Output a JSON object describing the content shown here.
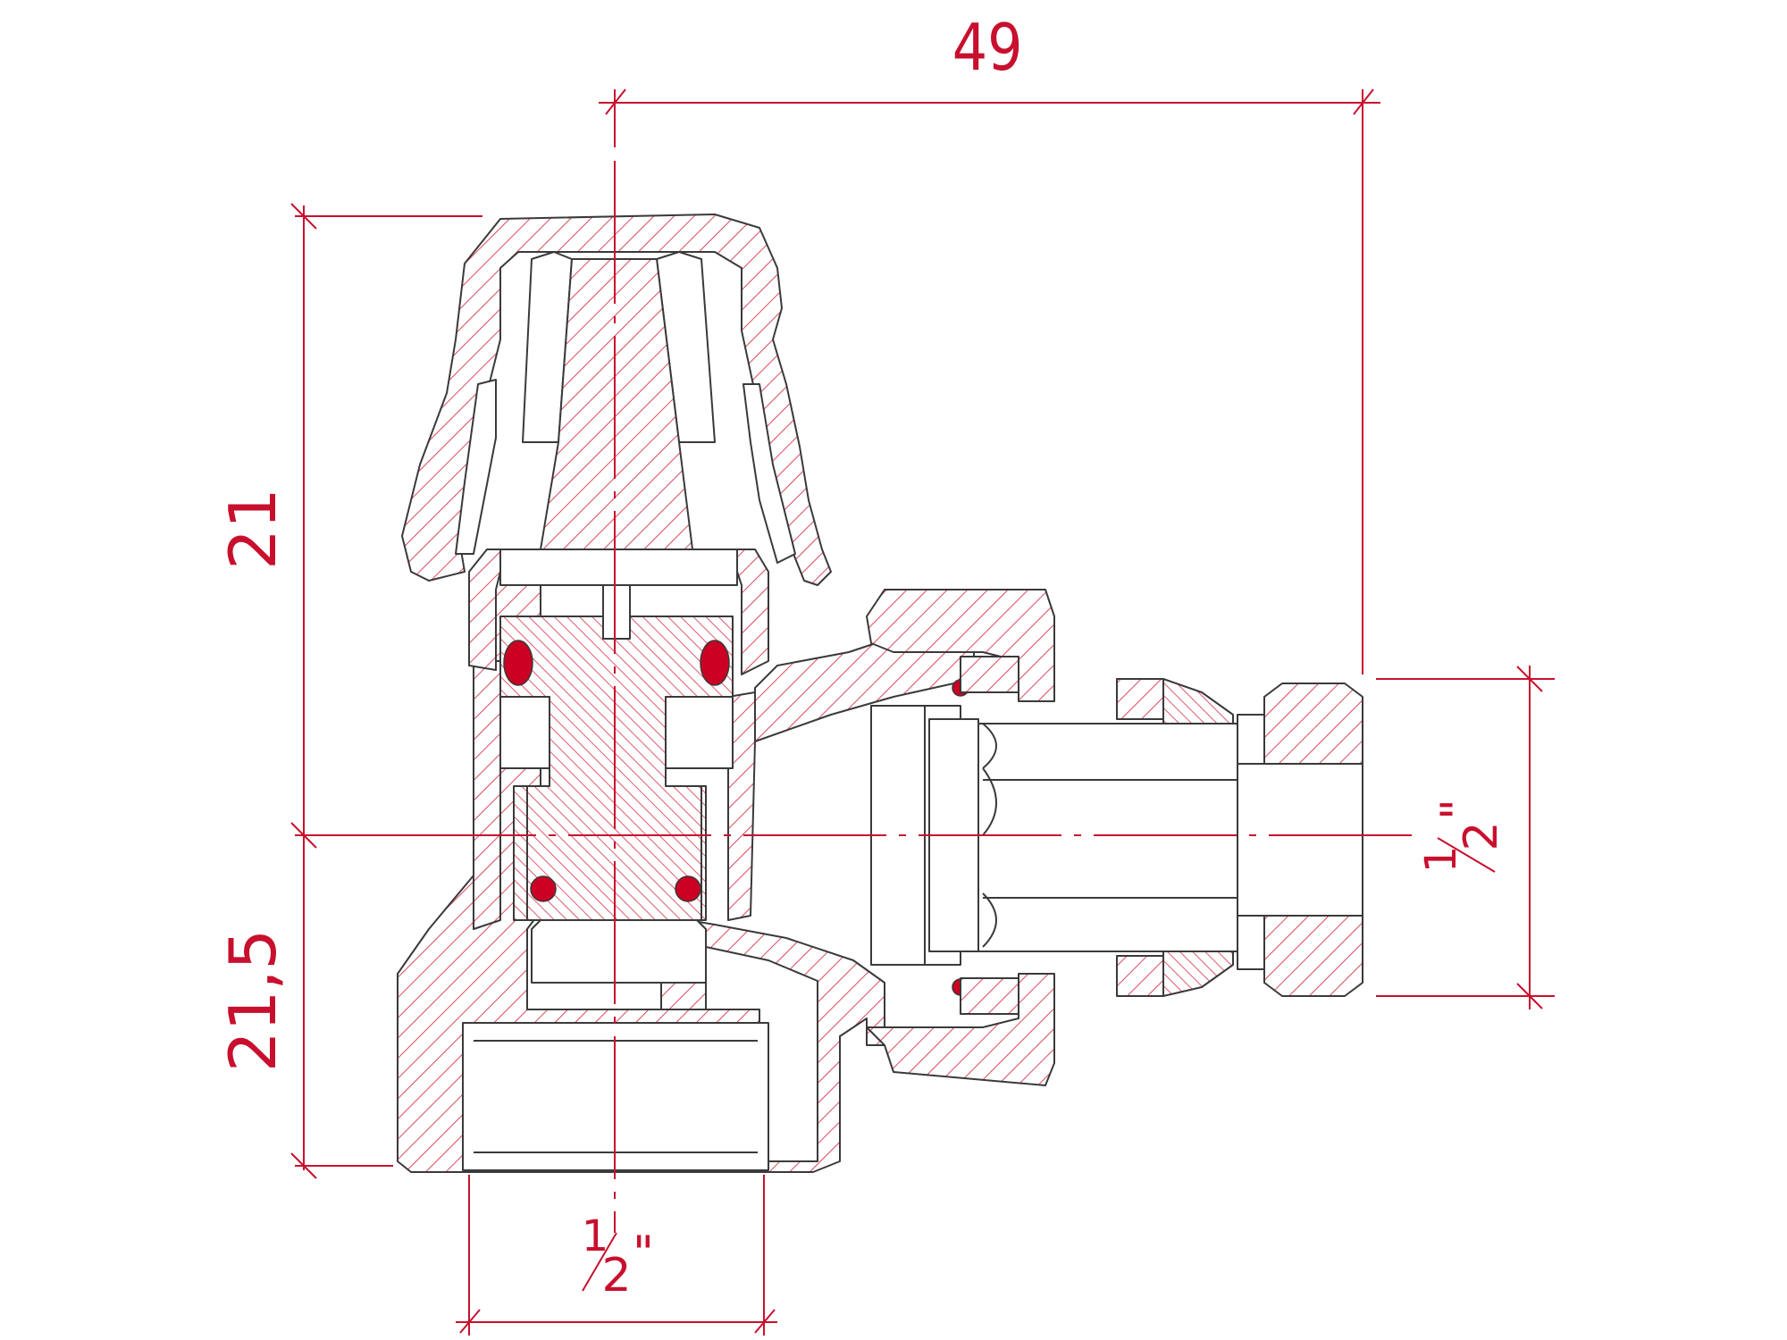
{
  "dimensions": {
    "overall_width": "49",
    "upper_height": "21",
    "lower_height": "21,5",
    "bottom_thread": {
      "numerator": "1",
      "denominator": "2",
      "unit": "\""
    },
    "side_thread": {
      "numerator": "1",
      "denominator": "2",
      "unit": "\""
    }
  },
  "colors": {
    "dimension_lines": "#c8102e",
    "outline": "#3a3a3a",
    "hatch": "#d9485f",
    "o_ring": "#cc0022"
  }
}
